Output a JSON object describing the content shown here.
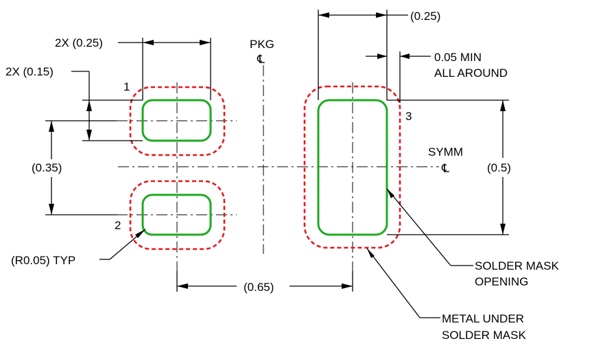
{
  "labels": {
    "pad_width_2x": "2X (0.25)",
    "pad_height_2x": "2X (0.15)",
    "pin1": "1",
    "pin2": "2",
    "pin3": "3",
    "pitch_vertical": "(0.35)",
    "pkg": "PKG",
    "pkg_centerline": "℄",
    "big_pad_width": "(0.25)",
    "min_clearance_line1": "0.05 MIN",
    "min_clearance_line2": "ALL AROUND",
    "symm": "SYMM",
    "symm_centerline": "℄",
    "big_pad_height": "(0.5)",
    "corner_radius": "(R0.05) TYP",
    "pitch_horizontal": "(0.65)",
    "solder_mask_opening_line1": "SOLDER MASK",
    "solder_mask_opening_line2": "OPENING",
    "metal_under_mask_line1": "METAL UNDER",
    "metal_under_mask_line2": "SOLDER MASK"
  },
  "colors": {
    "pad_outline": "#1faa1f",
    "solder_mask_outline": "#e8171c",
    "dimension_lines": "#000000"
  }
}
